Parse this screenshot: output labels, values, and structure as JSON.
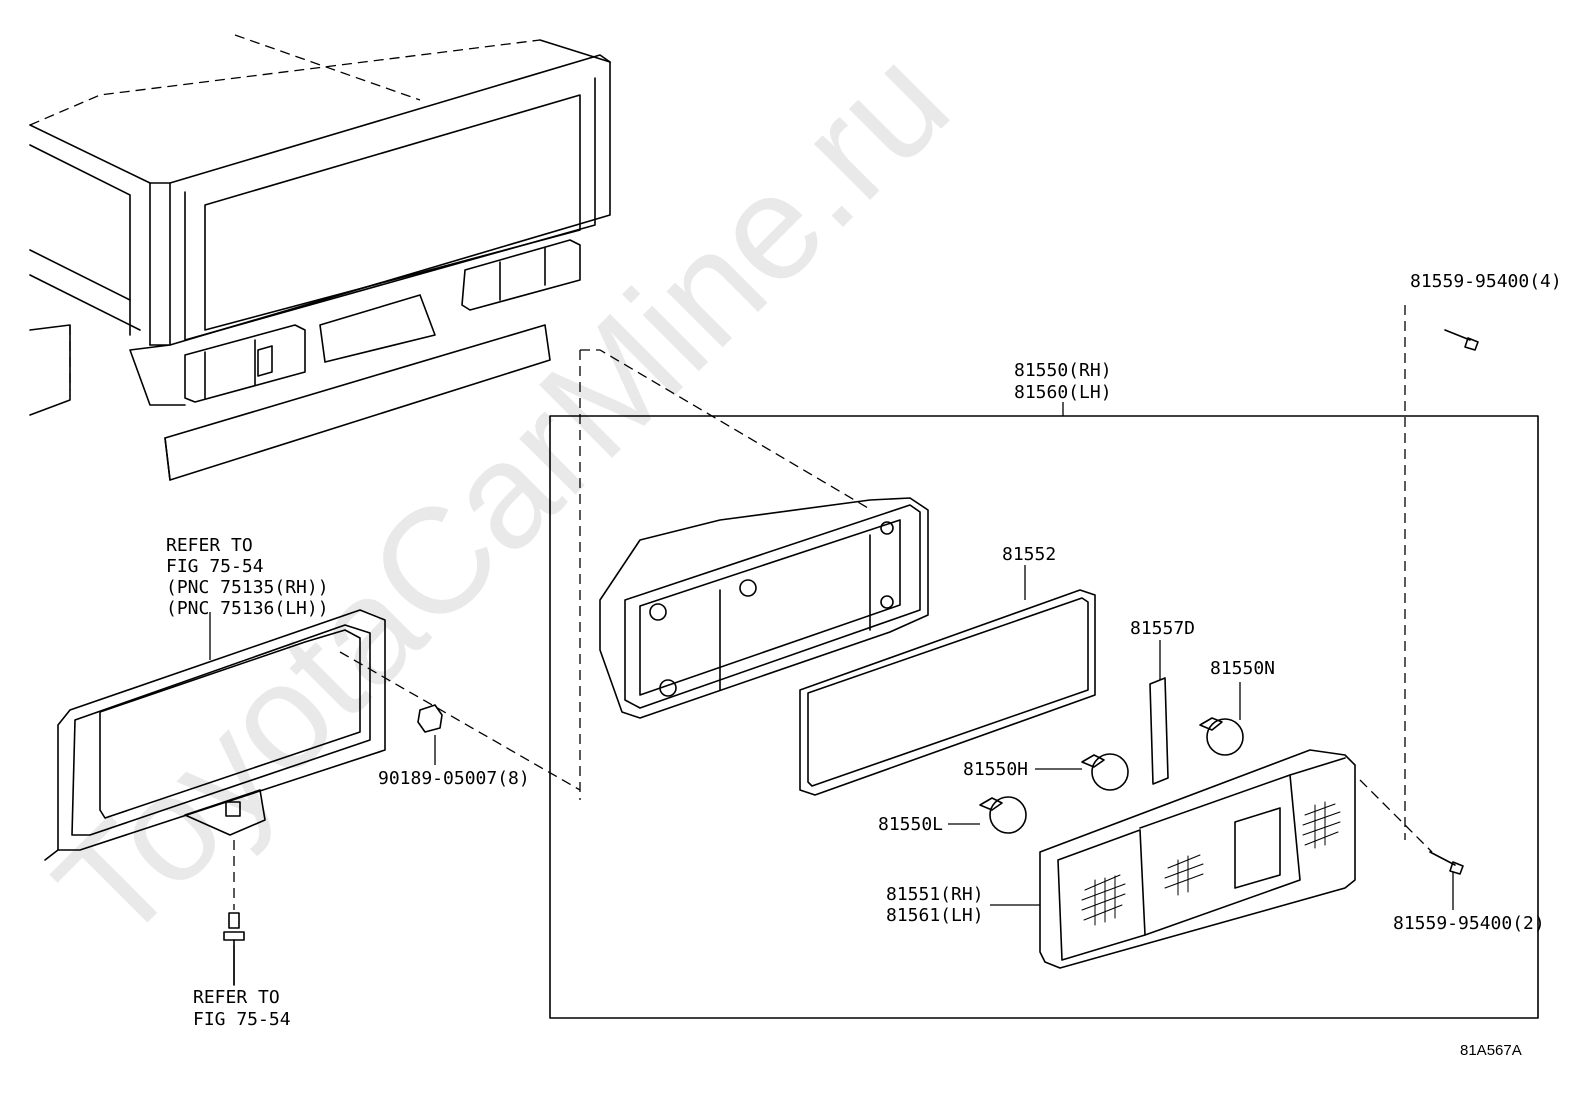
{
  "watermark": "ToyotaCarMine.ru",
  "labels": {
    "assembly_rh": "81550(RH)",
    "assembly_lh": "81560(LH)",
    "screw_top": "81559-95400(4)",
    "screw_bottom": "81559-95400(2)",
    "gasket": "81552",
    "part_81557d": "81557D",
    "bulb_n": "81550N",
    "bulb_h": "81550H",
    "bulb_l": "81550L",
    "lens_rh": "81551(RH)",
    "lens_lh": "81561(LH)",
    "clip": "90189-05007(8)",
    "refer_top_1": "REFER TO",
    "refer_top_2": "FIG 75-54",
    "refer_top_3": "(PNC 75135(RH))",
    "refer_top_4": "(PNC 75136(LH))",
    "refer_bottom_1": "REFER TO",
    "refer_bottom_2": "FIG 75-54",
    "figure_id": "81A567A"
  }
}
